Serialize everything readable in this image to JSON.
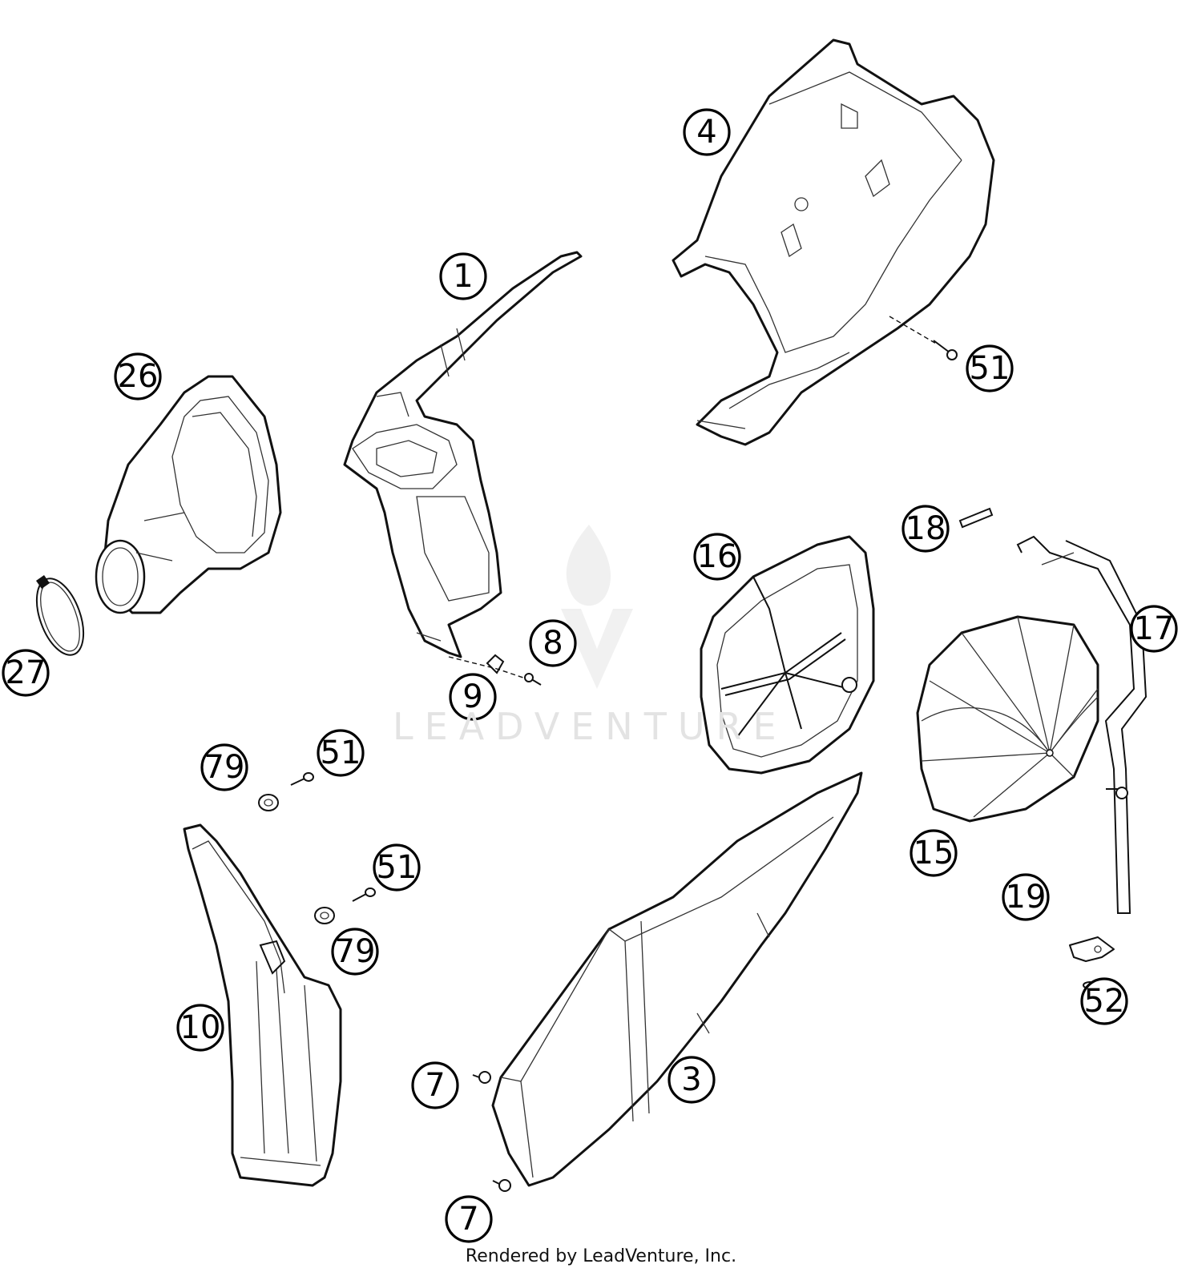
{
  "diagram": {
    "callouts": [
      {
        "id": "1",
        "label": "1"
      },
      {
        "id": "4",
        "label": "4"
      },
      {
        "id": "51a",
        "label": "51"
      },
      {
        "id": "26",
        "label": "26"
      },
      {
        "id": "27",
        "label": "27"
      },
      {
        "id": "8",
        "label": "8"
      },
      {
        "id": "9",
        "label": "9"
      },
      {
        "id": "16",
        "label": "16"
      },
      {
        "id": "18",
        "label": "18"
      },
      {
        "id": "17",
        "label": "17"
      },
      {
        "id": "15",
        "label": "15"
      },
      {
        "id": "79a",
        "label": "79"
      },
      {
        "id": "51b",
        "label": "51"
      },
      {
        "id": "51c",
        "label": "51"
      },
      {
        "id": "79b",
        "label": "79"
      },
      {
        "id": "10",
        "label": "10"
      },
      {
        "id": "3",
        "label": "3"
      },
      {
        "id": "7a",
        "label": "7"
      },
      {
        "id": "7b",
        "label": "7"
      },
      {
        "id": "19",
        "label": "19"
      },
      {
        "id": "52",
        "label": "52"
      }
    ]
  },
  "watermark": {
    "brand": "LEADVENTURE"
  },
  "footer": {
    "text": "Rendered by LeadVenture, Inc."
  }
}
